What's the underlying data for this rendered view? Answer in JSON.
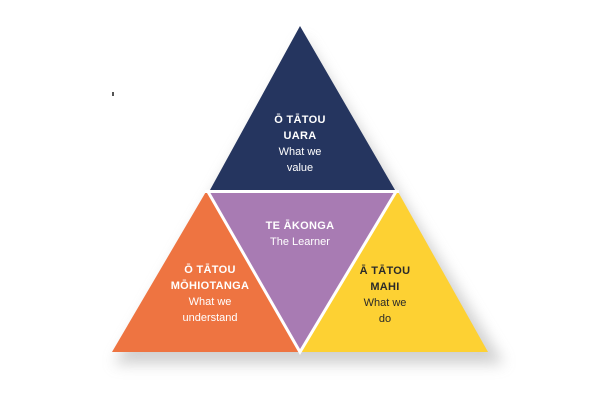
{
  "diagram": {
    "colors": {
      "top": "#25355F",
      "left": "#EE7441",
      "center": "#A87BB3",
      "right": "#FDD133",
      "shadow": "#bdbdbd"
    },
    "top": {
      "title_line1": "Ō TĀTOU",
      "title_line2": "UARA",
      "sub_line1": "What we",
      "sub_line2": "value"
    },
    "center": {
      "title": "TE ĀKONGA",
      "sub": "The Learner"
    },
    "left": {
      "title_line1": "Ō TĀTOU",
      "title_line2": "MŌHIOTANGA",
      "sub_line1": "What we",
      "sub_line2": "understand"
    },
    "right": {
      "title_line1": "Ā TĀTOU",
      "title_line2": "MAHI",
      "sub_line1": "What we",
      "sub_line2": "do"
    }
  }
}
